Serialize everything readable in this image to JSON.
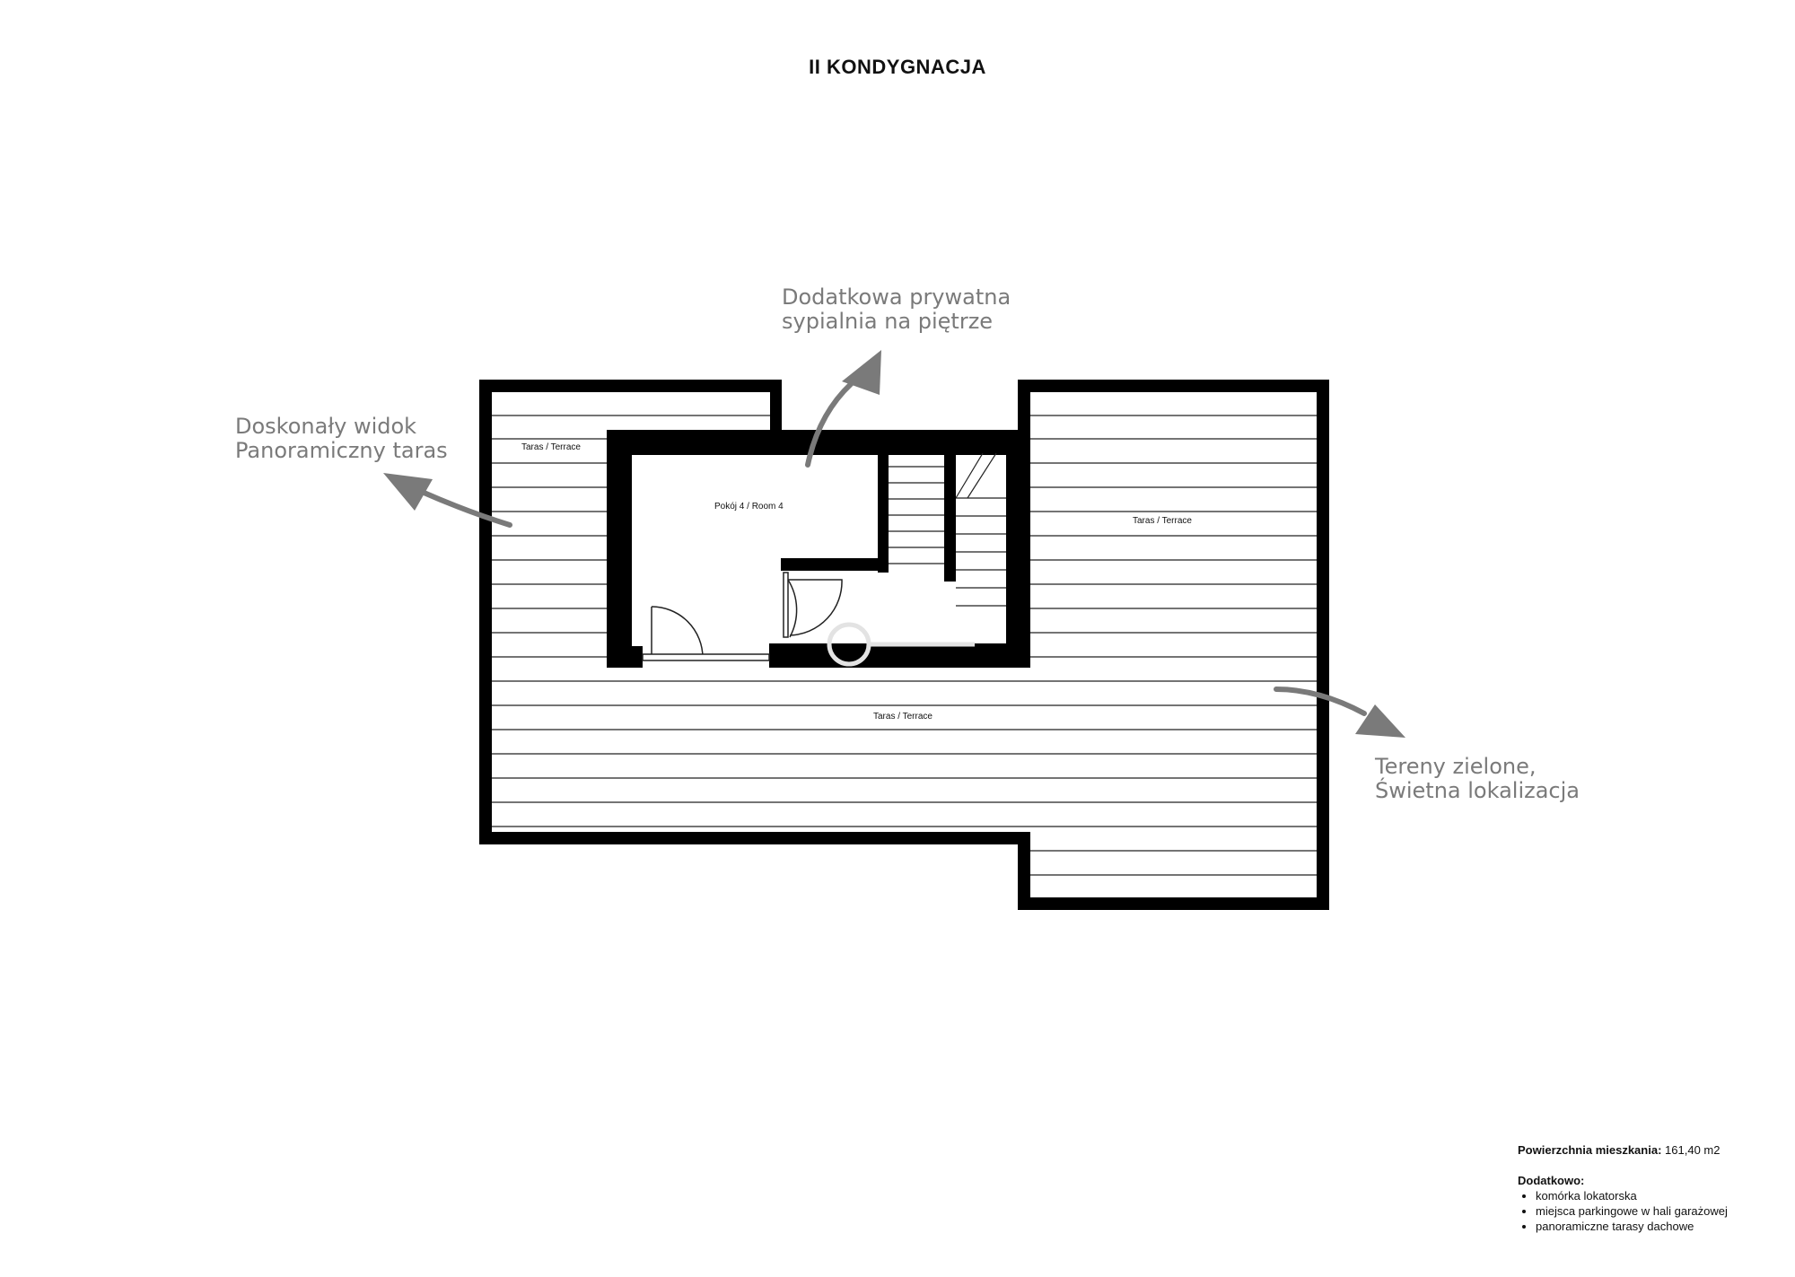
{
  "title": "II KONDYGNACJA",
  "callouts": {
    "top": [
      "Dodatkowa prywatna",
      "sypialnia na piętrze"
    ],
    "left": [
      "Doskonały widok",
      "Panoramiczny taras"
    ],
    "right": [
      "Tereny zielone,",
      "Świetna lokalizacja"
    ]
  },
  "rooms": {
    "terrace_top_left": "Taras / Terrace",
    "terrace_right": "Taras / Terrace",
    "terrace_bottom": "Taras / Terrace",
    "room4": "Pokój 4 / Room 4"
  },
  "info": {
    "area_label": "Powierzchnia mieszkania:",
    "area_value": "161,40 m2",
    "extras_label": "Dodatkowo:",
    "extras": [
      "komórka lokatorska",
      "miejsca parkingowe w hali garażowej",
      "panoramiczne tarasy dachowe"
    ]
  },
  "colors": {
    "wall": "#000000",
    "arrow": "#7a7a7a",
    "callout_text": "#7a7a7a"
  }
}
